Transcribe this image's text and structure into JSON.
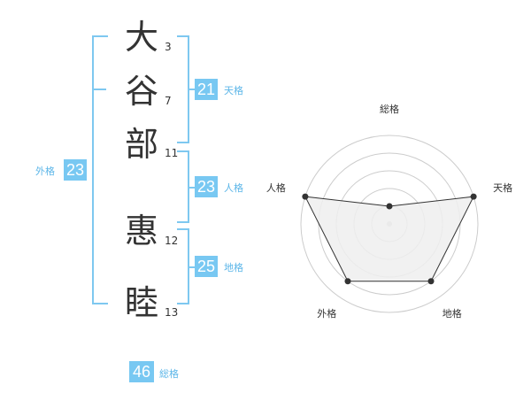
{
  "name": {
    "chars": [
      "大",
      "谷",
      "部",
      "惠",
      "睦"
    ],
    "strokes": [
      "3",
      "7",
      "11",
      "12",
      "13"
    ]
  },
  "kaku": {
    "tenkaku": {
      "value": "21",
      "label": "天格"
    },
    "jinkaku": {
      "value": "23",
      "label": "人格"
    },
    "chikaku": {
      "value": "25",
      "label": "地格"
    },
    "gaikaku": {
      "value": "23",
      "label": "外格"
    },
    "soukaku": {
      "value": "46",
      "label": "総格"
    }
  },
  "chart_data": {
    "type": "radar",
    "axes": [
      "総格",
      "天格",
      "地格",
      "外格",
      "人格"
    ],
    "values": [
      0.2,
      1.0,
      0.8,
      0.8,
      1.0
    ],
    "rings": 5,
    "colors": {
      "fill": "#efefef",
      "line": "#333333",
      "grid": "#cccccc",
      "point": "#333333"
    }
  }
}
